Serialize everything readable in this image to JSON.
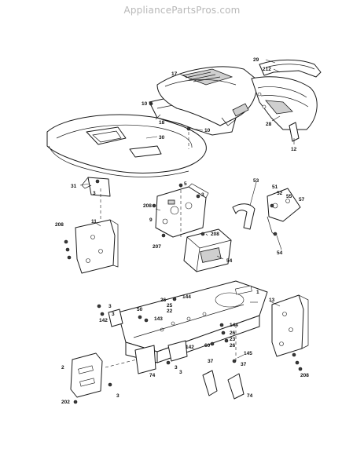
{
  "watermark": "AppliancePartsPros.com",
  "callouts": {
    "c17": "17",
    "c29": "29",
    "c212": "212",
    "c10a": "10",
    "c18": "18",
    "c10b": "10",
    "c28": "28",
    "c12": "12",
    "c30": "30",
    "c31": "31",
    "c3a": "3",
    "c5": "5",
    "c3b": "3",
    "c208a": "208",
    "c9": "9",
    "c53": "53",
    "c51": "51",
    "c52": "52",
    "c55": "55",
    "c57": "57",
    "c11": "11",
    "c208b": "208",
    "c208c": "208",
    "c207": "207",
    "c54a": "54",
    "c54b": "54",
    "c144a": "144",
    "c1": "1",
    "c26a": "26",
    "c25": "25",
    "c22": "22",
    "c13": "13",
    "c3c": "3",
    "c3d": "3",
    "c142a": "142",
    "c50": "50",
    "c143": "143",
    "c144b": "144",
    "c26b": "26",
    "c23": "23",
    "c26c": "26",
    "c142b": "142",
    "c60": "60",
    "c145": "145",
    "c37a": "37",
    "c37b": "37",
    "c208d": "208",
    "c2": "2",
    "c74a": "74",
    "c3e": "3",
    "c3f": "3",
    "c202": "202",
    "c3g": "3",
    "c74b": "74"
  }
}
